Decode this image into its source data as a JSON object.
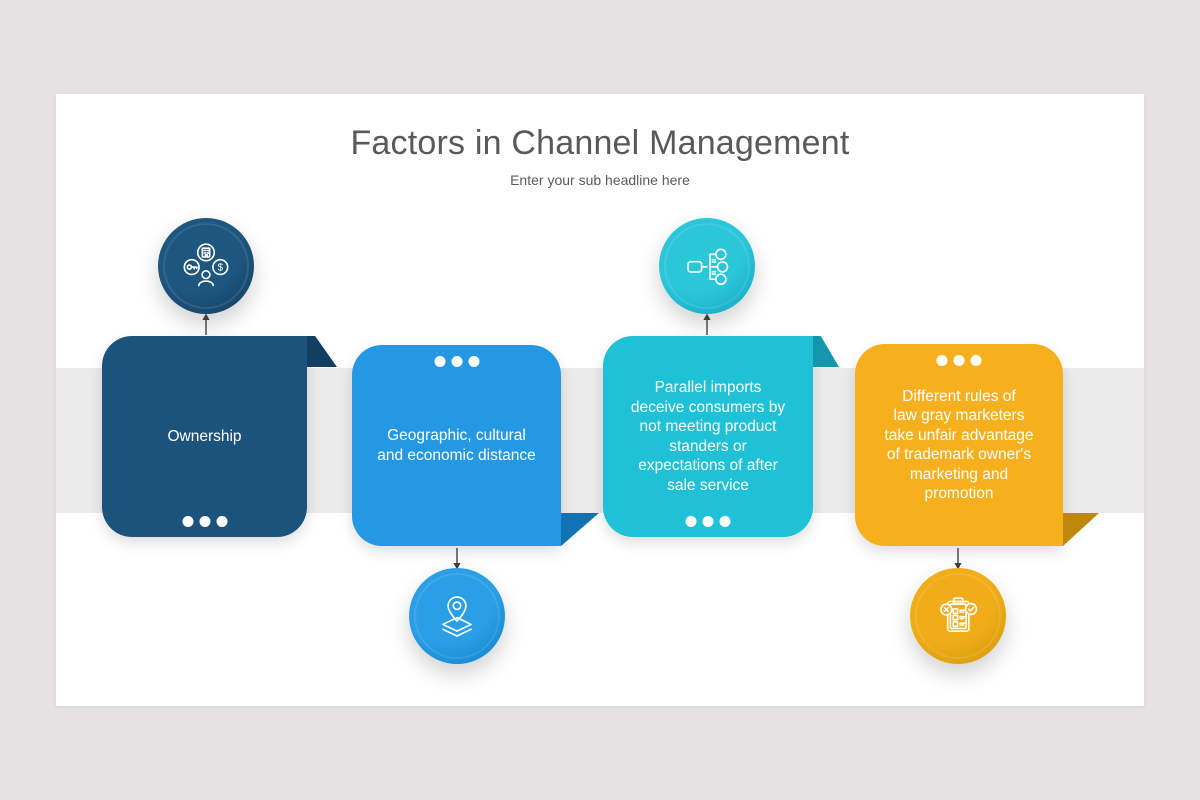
{
  "page": {
    "background_color": "#e4e2e2"
  },
  "slide": {
    "background_color": "#ffffff",
    "band_color": "#ebebeb"
  },
  "header": {
    "title": "Factors in Channel Management",
    "subtitle": "Enter your sub headline here",
    "title_color": "#59595b"
  },
  "items": [
    {
      "label": "Ownership",
      "card_color": "#1c537d",
      "fold_color": "#123e62",
      "circle_color": "#1d567e",
      "circle_edge_color": "#123c5d",
      "icon": "ownership-icon",
      "icon_position": "above",
      "dots_position": "bottom"
    },
    {
      "label": "Geographic, cultural\nand economic distance",
      "card_color": "#2598e4",
      "fold_color": "#1173b4",
      "circle_color": "#2b9fe6",
      "circle_edge_color": "#0c7ec9",
      "icon": "location-layers-icon",
      "icon_position": "below",
      "dots_position": "top"
    },
    {
      "label": "Parallel imports\ndeceive consumers by\nnot meeting product\nstanders or\nexpectations of after\nsale service",
      "card_color": "#1fc1d6",
      "fold_color": "#1496ad",
      "circle_color": "#2cc6d9",
      "circle_edge_color": "#0da3be",
      "icon": "distribution-network-icon",
      "icon_position": "above",
      "dots_position": "bottom"
    },
    {
      "label": "Different rules of\nlaw gray marketers\ntake unfair advantage\nof trademark owner's\nmarketing and\npromotion",
      "card_color": "#f6b01e",
      "fold_color": "#bd880c",
      "circle_color": "#f0ad18",
      "circle_edge_color": "#cd9608",
      "icon": "regulations-checklist-icon",
      "icon_position": "below",
      "dots_position": "top"
    }
  ]
}
